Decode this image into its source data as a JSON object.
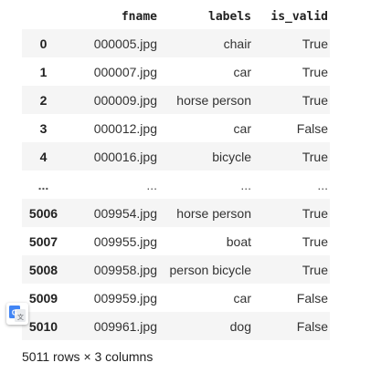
{
  "dataframe": {
    "columns": {
      "fname": "fname",
      "labels": "labels",
      "is_valid": "is_valid"
    },
    "rows": [
      {
        "index": "0",
        "fname": "000005.jpg",
        "labels": "chair",
        "is_valid": "True"
      },
      {
        "index": "1",
        "fname": "000007.jpg",
        "labels": "car",
        "is_valid": "True"
      },
      {
        "index": "2",
        "fname": "000009.jpg",
        "labels": "horse person",
        "is_valid": "True"
      },
      {
        "index": "3",
        "fname": "000012.jpg",
        "labels": "car",
        "is_valid": "False"
      },
      {
        "index": "4",
        "fname": "000016.jpg",
        "labels": "bicycle",
        "is_valid": "True"
      },
      {
        "index": "...",
        "fname": "...",
        "labels": "...",
        "is_valid": "..."
      },
      {
        "index": "5006",
        "fname": "009954.jpg",
        "labels": "horse person",
        "is_valid": "True"
      },
      {
        "index": "5007",
        "fname": "009955.jpg",
        "labels": "boat",
        "is_valid": "True"
      },
      {
        "index": "5008",
        "fname": "009958.jpg",
        "labels": "person bicycle",
        "is_valid": "True"
      },
      {
        "index": "5009",
        "fname": "009959.jpg",
        "labels": "car",
        "is_valid": "False"
      },
      {
        "index": "5010",
        "fname": "009961.jpg",
        "labels": "dog",
        "is_valid": "False"
      }
    ],
    "summary": "5011 rows × 3 columns"
  },
  "overlay": {
    "translate_icon": "google-translate-icon",
    "translate_color": "#4285f4"
  }
}
